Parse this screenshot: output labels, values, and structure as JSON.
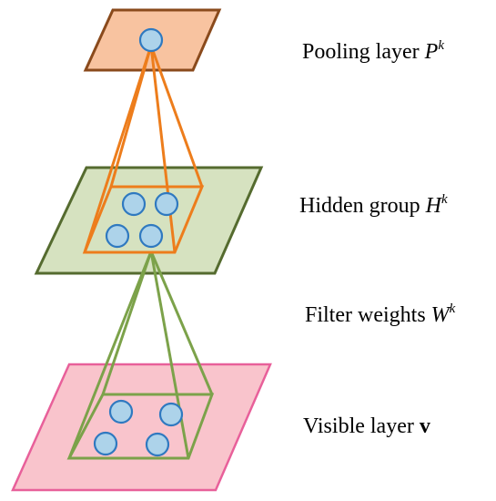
{
  "labels": {
    "pooling": {
      "text": "Pooling layer ",
      "var": "P",
      "sup": "k"
    },
    "hidden": {
      "text": "Hidden group ",
      "var": "H",
      "sup": "k"
    },
    "filter": {
      "text": "Filter weights ",
      "var": "W",
      "sup": "k"
    },
    "visible": {
      "text": "Visible layer ",
      "bold": "v"
    }
  },
  "colors": {
    "pooling_fill": "#f8c3a0",
    "pooling_stroke": "#8a4a1c",
    "hidden_fill": "#d6e2c0",
    "hidden_stroke": "#556b2f",
    "visible_fill": "#f9c4cc",
    "visible_stroke": "#e8609a",
    "orange_line": "#ed7d1c",
    "green_line": "#7ca24a",
    "unit_fill": "#add3ea",
    "unit_stroke": "#2f79c0"
  }
}
